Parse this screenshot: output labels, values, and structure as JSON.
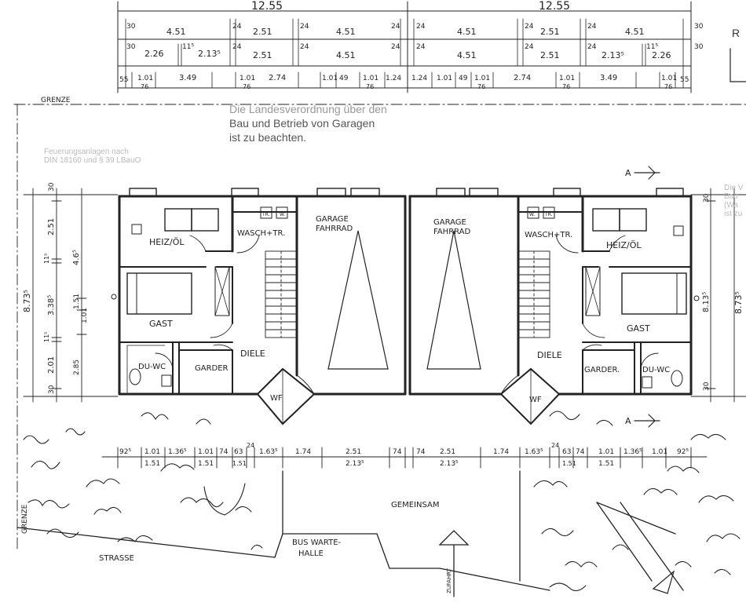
{
  "dimensions": {
    "total_left": "12.55",
    "total_right": "12.55",
    "left_row1": [
      "30",
      "4.51",
      "24",
      "2.51",
      "24",
      "4.51",
      "24"
    ],
    "left_row2": [
      "30",
      "2.26",
      "11⁵",
      "2.13⁵",
      "24",
      "2.51",
      "24",
      "4.51",
      "24"
    ],
    "left_row3": [
      "55",
      "1.01",
      "76",
      "3.49",
      "1.01",
      "76",
      "2.74",
      "1.01",
      "49",
      "1.01",
      "76",
      "1.24"
    ],
    "right_row1": [
      "24",
      "4.51",
      "24",
      "2.51",
      "24",
      "4.51",
      "30"
    ],
    "right_row2": [
      "24",
      "4.51",
      "24",
      "2.51",
      "24",
      "2.13⁵",
      "11⁵",
      "2.26",
      "30"
    ],
    "right_row3": [
      "1.24",
      "1.01",
      "49",
      "1.01",
      "76",
      "2.74",
      "1.01",
      "76",
      "3.49",
      "1.01",
      "76",
      "55"
    ],
    "bottom_left": [
      "92⁵",
      "1.01",
      "1.51",
      "1.36⁵",
      "1.01",
      "1.51",
      "74",
      "63",
      "1.51",
      "24",
      "1.63⁵",
      "1.74",
      "2.51",
      "2.13⁵",
      "74"
    ],
    "bottom_right": [
      "74",
      "2.51",
      "2.13⁵",
      "1.74",
      "1.63⁵",
      "24",
      "63",
      "1.51",
      "74",
      "1.01",
      "1.51",
      "1.36⁵",
      "1.01",
      "92⁵"
    ],
    "vert_left": [
      "30",
      "2.51",
      "11⁵",
      "3.38⁵",
      "11⁵",
      "2.01",
      "30",
      "8.73⁵",
      "4.6⁵",
      "1.51",
      "1.01",
      "2.85"
    ],
    "vert_right": [
      "30",
      "8.73⁵",
      "8.13⁵",
      "30"
    ]
  },
  "rooms": {
    "heiz_left": "HEIZ/ÖL",
    "heiz_right": "HEIZ/ÖL",
    "wasch_left": "WASCH+TR.",
    "wasch_right": "WASCH+TR.",
    "garage_left": "GARAGE",
    "fahrrad_left": "FAHRRAD",
    "garage_right": "GARAGE",
    "fahrrad_right": "FAHRRAD",
    "gast_left": "GAST",
    "gast_right": "GAST",
    "diele_left": "DIELE",
    "diele_right": "DIELE",
    "garder_left": "GARDER",
    "garder_right": "GARDER.",
    "duwc_left": "DU-WC",
    "duwc_right": "DU-WC",
    "wf_left": "WF",
    "wf_right": "WF",
    "tr_left": "TR.",
    "w_left": "W.",
    "w_right": "W.",
    "tr_right": "TR."
  },
  "site": {
    "grenze_top": "GRENZE",
    "grenze_side": "GRENZE",
    "strasse": "STRASSE",
    "bus_line1": "BUS WARTE-",
    "bus_line2": "HALLE",
    "gemeinsam": "GEMEINSAM",
    "zufahrt": "ZUFAHRT"
  },
  "notes": {
    "garage_line1": "Die Landesverordnung über den",
    "garage_line2": "Bau und Betrieb von Garagen",
    "garage_line3": "ist zu beachten.",
    "feuer_line1": "Feuerungsanlagen nach",
    "feuer_line2": "DIN 18160 und § 39 LBauO",
    "corner_r": "R",
    "right_edge_1": "Die V",
    "right_edge_2": "Bau",
    "right_edge_3": "(Wa",
    "right_edge_4": "ist zu"
  },
  "section_marks": {
    "a_top": "A",
    "a_bottom": "A"
  }
}
